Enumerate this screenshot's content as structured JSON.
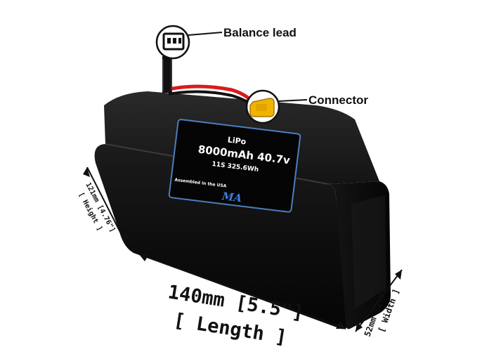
{
  "labels": {
    "balance_lead": "Balance lead",
    "connector": "Connector"
  },
  "battery_label": {
    "chemistry": "LiPo",
    "capacity_voltage": "8000mAh 40.7v",
    "config_energy": "11S 325.6Wh",
    "assembled": "Assembled in the USA",
    "logo": "MA"
  },
  "dimensions": {
    "length_value": "140mm [5.5\"]",
    "length_label": "[ Length ]",
    "height_value": "121mm [4.76\"]",
    "height_label": "[ Height ]",
    "width_value": "52mm [2.05\"]",
    "width_label": "[ Width ]"
  },
  "colors": {
    "battery_body": "#0d0d0d",
    "label_border": "#4a7fbf",
    "wire_red": "#d81c1c",
    "connector_yellow": "#f2b300"
  },
  "icons": {
    "balance_plug": "balance-plug-icon",
    "xt_connector": "xt-connector-icon"
  }
}
